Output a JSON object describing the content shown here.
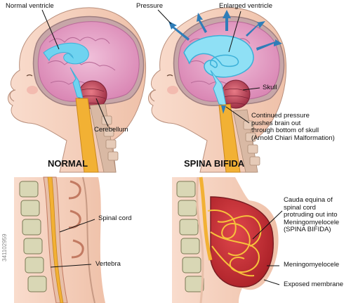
{
  "panels": {
    "normal_title": "NORMAL",
    "spina_title": "SPINA BIFIDA"
  },
  "labels": {
    "normal_ventricle": "Normal ventricle",
    "cerebellum": "Cerebellum",
    "pressure": "Pressure",
    "enlarged_ventricle": "Enlarged ventricle",
    "skull": "Skull",
    "continued_pressure": [
      "Continued pressure",
      "pushes brain out",
      "through bottom of skull",
      "(Arnold Chiari Malformation)"
    ],
    "spinal_cord": "Spinal cord",
    "vertebra": "Vertebra",
    "cauda_equina": [
      "Cauda equina of",
      "spinal cord",
      "protruding out into",
      "Meningomyelocele",
      "(SPINA BIFIDA)"
    ],
    "meningomyelocele": "Meningomyelocele",
    "exposed_membrane": "Exposed membrane"
  },
  "stock_id": "341102959",
  "colors": {
    "brain": "#e6a6c8",
    "ventricle": "#6fd3f0",
    "pressure_arrow": "#2f7db8",
    "skin": "#f6d2bf",
    "cerebellum": "#b9455a",
    "cord": "#f2b134",
    "sac": "#c5292f"
  }
}
